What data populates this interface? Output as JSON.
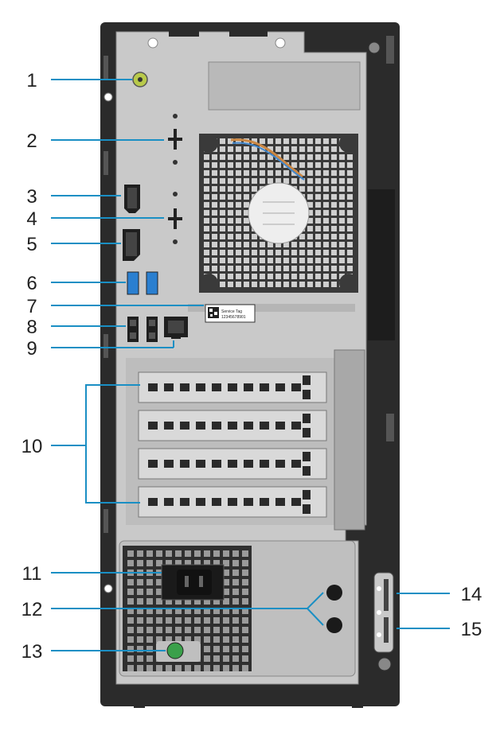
{
  "callouts": [
    {
      "number": "1"
    },
    {
      "number": "2"
    },
    {
      "number": "3"
    },
    {
      "number": "4"
    },
    {
      "number": "5"
    },
    {
      "number": "6"
    },
    {
      "number": "7"
    },
    {
      "number": "8"
    },
    {
      "number": "9"
    },
    {
      "number": "10"
    },
    {
      "number": "11"
    },
    {
      "number": "12"
    },
    {
      "number": "13"
    },
    {
      "number": "14"
    },
    {
      "number": "15"
    }
  ],
  "service_tag": {
    "title": "Service Tag",
    "code": "12345678901"
  },
  "colors": {
    "chassis_dark": "#2b2b2b",
    "panel_silver": "#c9c9c9",
    "callout_line": "#1a8fc4",
    "port_blue": "#2a7fd0",
    "audio_green": "#b8c94a",
    "psu_led_green": "#3aa04a"
  }
}
